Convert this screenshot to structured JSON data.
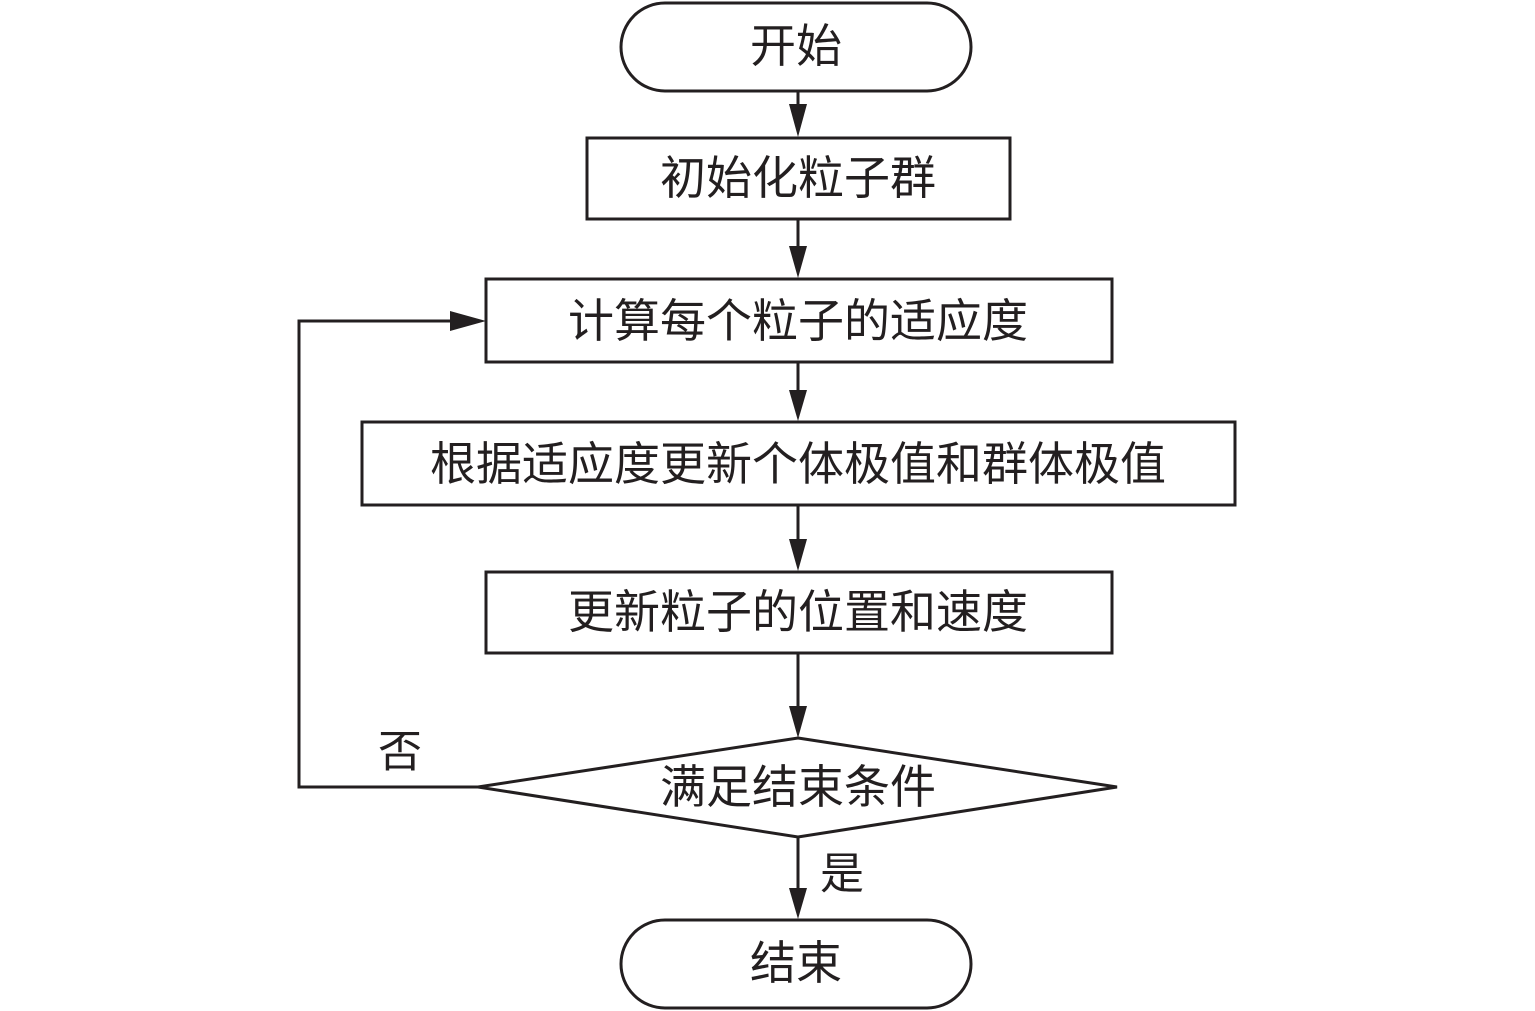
{
  "diagram": {
    "type": "flowchart",
    "colors": {
      "stroke": "#231f20",
      "fill": "#ffffff",
      "text": "#231f20"
    },
    "nodes": {
      "start": {
        "label": "开始",
        "shape": "terminal"
      },
      "init": {
        "label": "初始化粒子群",
        "shape": "process"
      },
      "fitness": {
        "label": "计算每个粒子的适应度",
        "shape": "process"
      },
      "update_best": {
        "label": "根据适应度更新个体极值和群体极值",
        "shape": "process"
      },
      "update_pos": {
        "label": "更新粒子的位置和速度",
        "shape": "process"
      },
      "condition": {
        "label": "满足结束条件",
        "shape": "decision"
      },
      "end": {
        "label": "结束",
        "shape": "terminal"
      }
    },
    "edges": [
      {
        "from": "start",
        "to": "init",
        "label": ""
      },
      {
        "from": "init",
        "to": "fitness",
        "label": ""
      },
      {
        "from": "fitness",
        "to": "update_best",
        "label": ""
      },
      {
        "from": "update_best",
        "to": "update_pos",
        "label": ""
      },
      {
        "from": "update_pos",
        "to": "condition",
        "label": ""
      },
      {
        "from": "condition",
        "to": "end",
        "label": "是"
      },
      {
        "from": "condition",
        "to": "fitness",
        "label": "否"
      }
    ],
    "edge_labels": {
      "yes": "是",
      "no": "否"
    }
  }
}
